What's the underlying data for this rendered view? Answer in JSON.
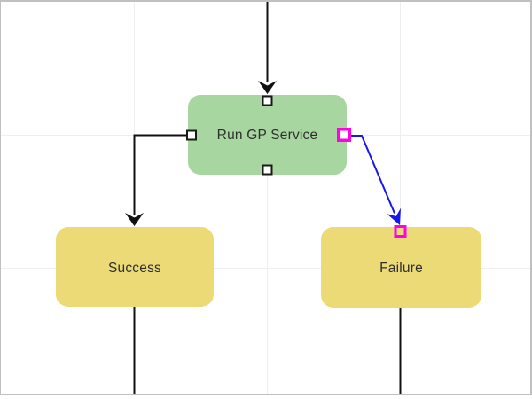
{
  "diagram": {
    "nodes": {
      "process": {
        "label": "Run GP Service",
        "fill": "#a8d6a0"
      },
      "success": {
        "label": "Success",
        "fill": "#ecda76"
      },
      "failure": {
        "label": "Failure",
        "fill": "#ecda76"
      }
    },
    "edges": {
      "into_process": {
        "from": "top-of-canvas",
        "to": "process-top-port",
        "color": "#111111"
      },
      "process_to_success": {
        "from": "process-left-port",
        "to": "success-top",
        "color": "#111111"
      },
      "process_to_failure": {
        "from": "process-right-port",
        "to": "failure-top-port",
        "color": "#1616ee",
        "selected": true
      },
      "out_of_success": {
        "from": "success-bottom",
        "to": "bottom-of-canvas",
        "color": "#111111"
      },
      "out_of_failure": {
        "from": "failure-bottom",
        "to": "bottom-of-canvas",
        "color": "#111111"
      }
    },
    "colors": {
      "edge": "#111111",
      "selected_edge": "#1616ee",
      "port_stroke": "#1a1a1a",
      "port_fill": "#ffffff",
      "selected_port": "#ff00e8",
      "grid": "#efefef",
      "label": "#2e2e2e",
      "canvas_border": "#c0c0c0",
      "background": "#ffffff"
    }
  }
}
